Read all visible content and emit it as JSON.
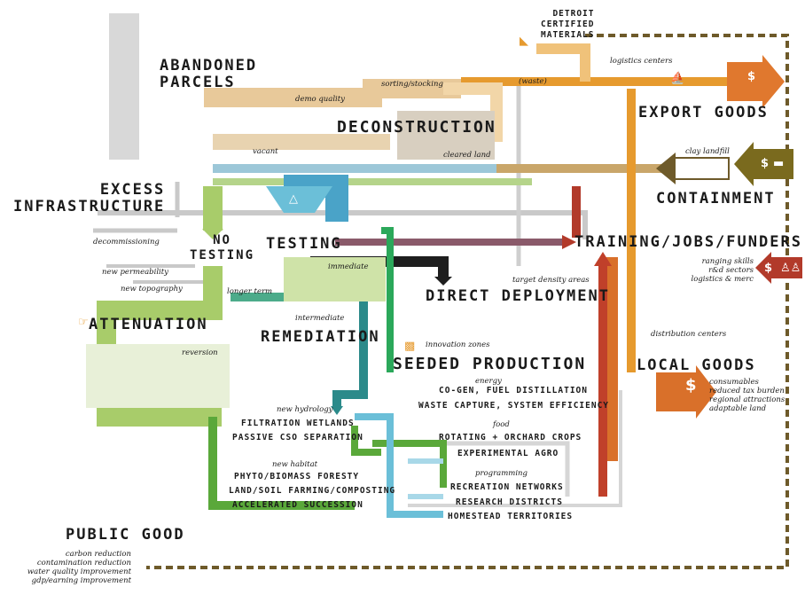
{
  "colors": {
    "tan": "#e8c99a",
    "gray": "#c9c9c9",
    "lightgreen": "#a8cc6a",
    "green": "#5aa83a",
    "teal": "#2b8a8a",
    "blue": "#4aa3c8",
    "orange": "#e69a2e",
    "darkorange": "#d9702a",
    "red": "#b23a2a",
    "brown": "#6e5a2a",
    "black": "#1e1e1e",
    "olive": "#7a6a1e"
  },
  "nodes": {
    "abandoned_parcels": "ABANDONED\nPARCELS",
    "deconstruction": "DECONSTRUCTION",
    "detroit_certified": "DETROIT\nCERTIFIED\nMATERIALS",
    "export_goods": "EXPORT GOODS",
    "containment": "CONTAINMENT",
    "excess_infrastructure": "EXCESS\nINFRASTRUCTURE",
    "no_testing": "NO\nTESTING",
    "testing": "TESTING",
    "training": "TRAINING/JOBS/FUNDERS",
    "direct_deployment": "DIRECT DEPLOYMENT",
    "attenuation": "ATTENUATION",
    "remediation": "REMEDIATION",
    "seeded_production": "SEEDED PRODUCTION",
    "local_goods": "LOCAL GOODS",
    "public_good": "PUBLIC GOOD"
  },
  "notes": {
    "demo_quality": "demo quality",
    "sorting_stocking": "sorting/stocking",
    "waste": "(waste)",
    "logistics_centers": "logistics centers",
    "vacant": "vacant",
    "cleared_land": "cleared land",
    "clay_landfill": "clay landfill",
    "decommissioning": "decommissioning",
    "new_permeability": "new permeability",
    "new_topography": "new topography",
    "immediate": "immediate",
    "target_density": "target density areas",
    "longer_term": "longer term",
    "intermediate": "intermediate",
    "reversion": "reversion",
    "innovation_zones": "innovation zones",
    "distribution_centers": "distribution centers",
    "ranging_list": "ranging skills\nr&d sectors\nlogistics & merc",
    "local_goods_list": "consumables\nreduced tax burden\nregional attractions\nadaptable land",
    "energy": "energy",
    "food": "food",
    "programming": "programming",
    "new_hydrology": "new hydrology",
    "new_habitat": "new habitat",
    "public_good_list": "carbon reduction\ncontamination reduction\nwater quality improvement\ngdp/earning improvement"
  },
  "outputs": {
    "cogen": "CO-GEN, FUEL DISTILLATION",
    "waste_capture": "WASTE CAPTURE, SYSTEM EFFICIENCY",
    "rotating": "ROTATING + ORCHARD CROPS",
    "experimental": "EXPERIMENTAL AGRO",
    "recreation": "RECREATION NETWORKS",
    "research": "RESEARCH DISTRICTS",
    "homestead": "HOMESTEAD TERRITORIES",
    "filtration": "FILTRATION WETLANDS",
    "passive_cso": "PASSIVE CSO SEPARATION",
    "phyto": "PHYTO/BIOMASS FORESTY",
    "land_soil": "LAND/SOIL FARMING/COMPOSTING",
    "accelerated": "ACCELERATED SUCCESSION"
  },
  "icons": {
    "dollar": "$",
    "people": "people-icon",
    "truck": "truck-icon",
    "forklift": "forklift-icon",
    "ship": "ship-icon",
    "bulldozer": "bulldozer-icon",
    "deer": "deer-icon",
    "flasks": "flasks-icon"
  }
}
